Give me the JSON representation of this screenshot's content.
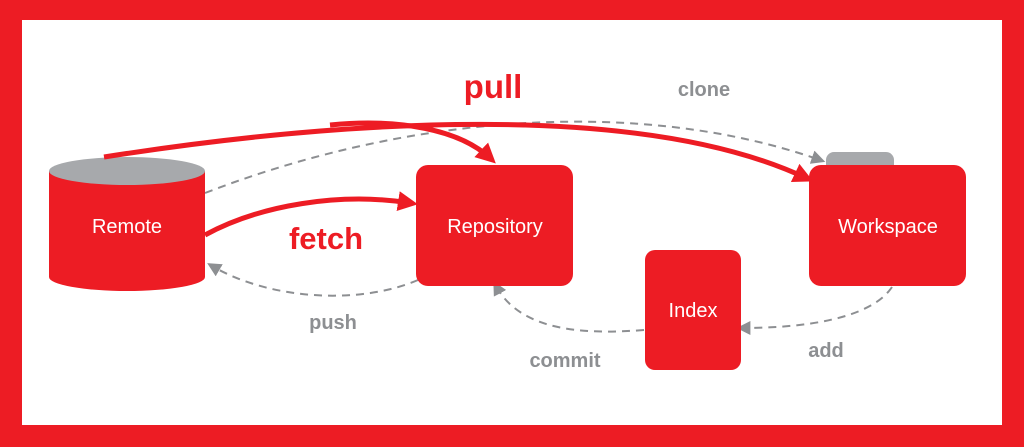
{
  "nodes": {
    "remote": "Remote",
    "repository": "Repository",
    "workspace": "Workspace",
    "index": "Index"
  },
  "edges": {
    "pull": "pull",
    "fetch": "fetch",
    "clone": "clone",
    "push": "push",
    "commit": "commit",
    "add": "add"
  },
  "colors": {
    "brand_red": "#ed1c24",
    "node_gray": "#a7a9ac",
    "dashed_gray": "#8d8f92",
    "background": "#ffffff"
  }
}
